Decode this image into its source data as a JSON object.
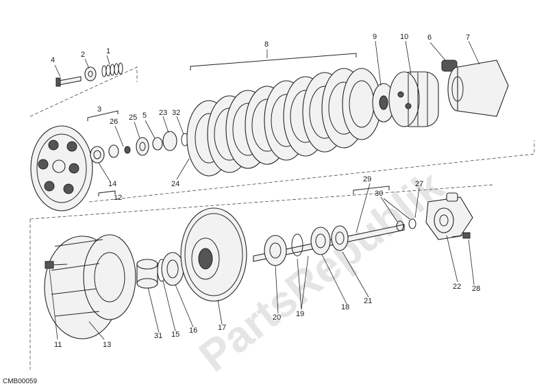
{
  "diagram": {
    "code": "CMB00059",
    "watermark": "PartsRepublik",
    "labels": [
      "1",
      "2",
      "3",
      "4",
      "5",
      "6",
      "7",
      "8",
      "9",
      "10",
      "11",
      "12",
      "13",
      "14",
      "15",
      "16",
      "17",
      "18",
      "19",
      "20",
      "21",
      "22",
      "23",
      "24",
      "25",
      "26",
      "27",
      "28",
      "29",
      "30",
      "31",
      "32"
    ]
  }
}
